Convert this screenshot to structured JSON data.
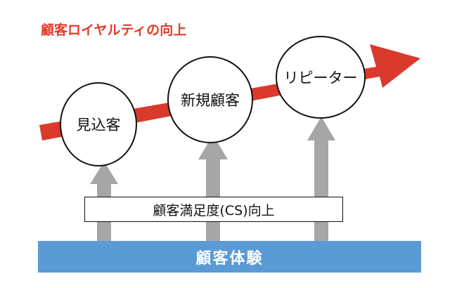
{
  "title": "顧客ロイヤルティの向上",
  "stages": [
    "見込客",
    "新規顧客",
    "リピーター"
  ],
  "satisfaction_label": "顧客満足度(CS)向上",
  "foundation_label": "顧客体験",
  "colors": {
    "title": "#e13a2a",
    "growth_arrow": "#d93a2b",
    "up_arrow": "#a6a6a6",
    "foundation": "#5b9bd5"
  }
}
